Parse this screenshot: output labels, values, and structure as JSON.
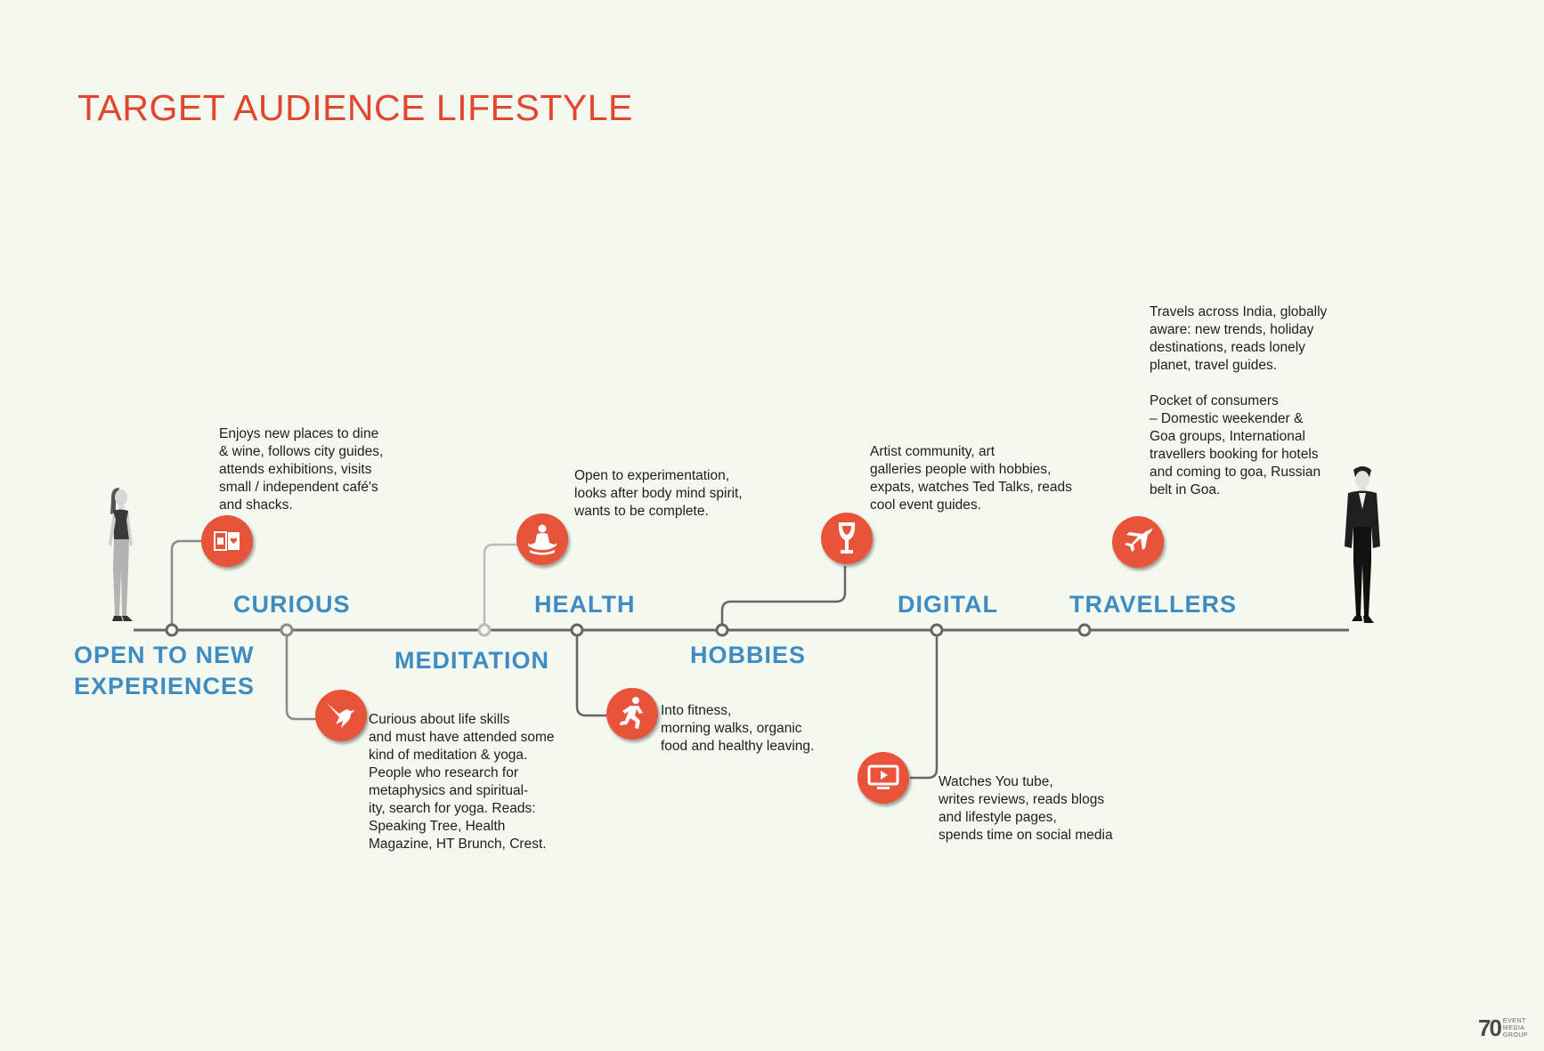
{
  "title": "TARGET AUDIENCE LIFESTYLE",
  "accent_color": "#e8543a",
  "label_color": "#3f8cc2",
  "line_color": "#666666",
  "labels": {
    "open": "OPEN TO NEW\nEXPERIENCES",
    "curious": "CURIOUS",
    "meditation": "MEDITATION",
    "health": "HEALTH",
    "hobbies": "HOBBIES",
    "digital": "DIGITAL",
    "travellers": "TRAVELLERS"
  },
  "descriptions": {
    "open": "Enjoys new places to dine\n& wine, follows city guides,\nattends exhibitions, visits\nsmall / independent café's\nand shacks.",
    "curious": "Curious about life skills\nand must have attended some\nkind of meditation & yoga.\nPeople who research for\nmetaphysics and spiritual-\nity, search for yoga. Reads:\nSpeaking Tree, Health\nMagazine, HT Brunch, Crest.",
    "meditation": "Open to experimentation,\nlooks after body mind spirit,\nwants to be complete.",
    "health": " Into fitness,\nmorning walks, organic\nfood and healthy leaving.",
    "hobbies": "Artist community,  art\ngalleries people with hobbies,\nexpats, watches Ted Talks, reads\ncool event guides.",
    "digital": " Watches You tube,\nwrites reviews, reads blogs\nand lifestyle pages,\nspends time on social media",
    "travellers": "Travels across India, globally\naware: new trends, holiday\ndestinations, reads lonely\nplanet, travel guides.\n\nPocket of consumers\n–    Domestic weekender &\nGoa groups, International\ntravellers booking for hotels\nand coming to goa,  Russian\nbelt in Goa."
  },
  "icons": {
    "open": "guide-book-icon",
    "curious": "hummingbird-icon",
    "meditation": "meditation-icon",
    "health": "runner-icon",
    "hobbies": "wine-glass-icon",
    "digital": "video-screen-icon",
    "travellers": "airplane-icon"
  },
  "logo": {
    "number": "70",
    "text": "EVENT\nMEDIA\nGROUP"
  }
}
